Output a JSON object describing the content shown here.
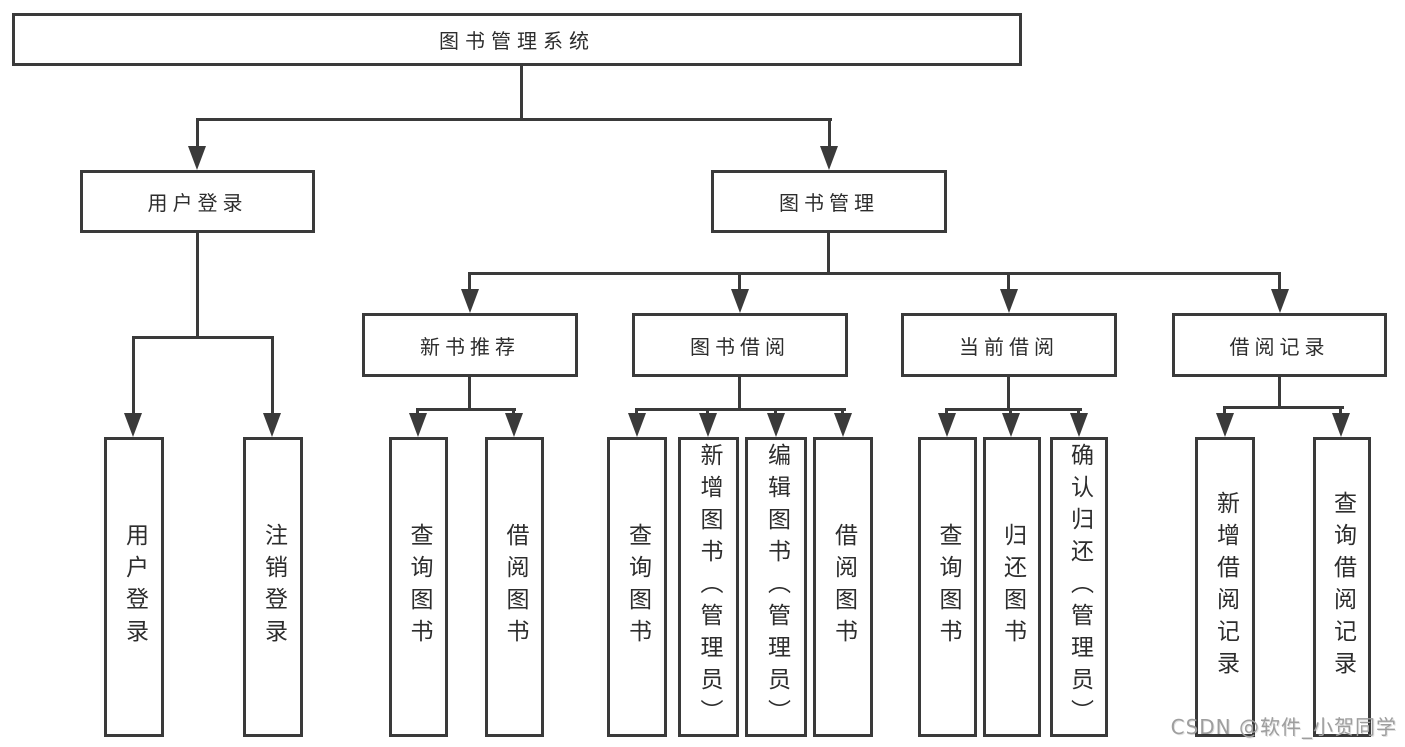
{
  "tree": {
    "root": {
      "label": "图书管理系统",
      "children": [
        {
          "label": "用户登录",
          "children": [
            {
              "label": "用户登录"
            },
            {
              "label": "注销登录"
            }
          ]
        },
        {
          "label": "图书管理",
          "children": [
            {
              "label": "新书推荐",
              "children": [
                {
                  "label": "查询图书"
                },
                {
                  "label": "借阅图书"
                }
              ]
            },
            {
              "label": "图书借阅",
              "children": [
                {
                  "label": "查询图书"
                },
                {
                  "label": "新增图书（管理员）"
                },
                {
                  "label": "编辑图书（管理员）"
                },
                {
                  "label": "借阅图书"
                }
              ]
            },
            {
              "label": "当前借阅",
              "children": [
                {
                  "label": "查询图书"
                },
                {
                  "label": "归还图书"
                },
                {
                  "label": "确认归还（管理员）"
                }
              ]
            },
            {
              "label": "借阅记录",
              "children": [
                {
                  "label": "新增借阅记录"
                },
                {
                  "label": "查询借阅记录"
                }
              ]
            }
          ]
        }
      ]
    }
  },
  "watermark": {
    "text": "CSDN @软件_小贺同学"
  },
  "colors": {
    "line": "#3a3a3a",
    "text": "#2d2d2d",
    "background": "#ffffff",
    "watermark": "#9e9e9e"
  }
}
